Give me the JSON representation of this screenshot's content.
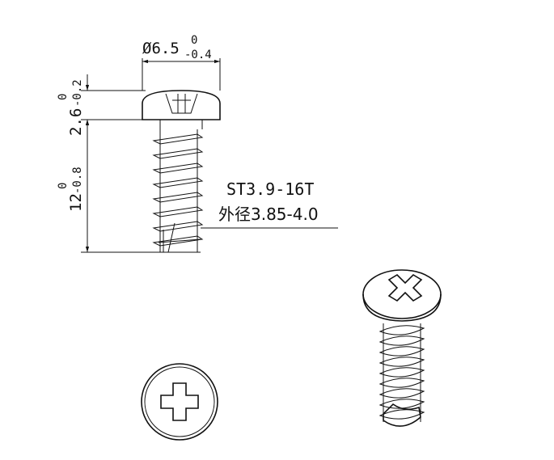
{
  "dimensions": {
    "head_diameter": {
      "base": "Ø6.5",
      "upper": "0",
      "lower": "-0.4"
    },
    "head_height": {
      "base": "2.6",
      "upper": "0",
      "lower": "-0.2"
    },
    "length": {
      "base": "12",
      "upper": "0",
      "lower": "-0.8"
    }
  },
  "spec": {
    "model": "ST3.9-16T",
    "outer_diameter": "外径3.85-4.0"
  },
  "colors": {
    "line": "#111111",
    "background": "#ffffff"
  }
}
